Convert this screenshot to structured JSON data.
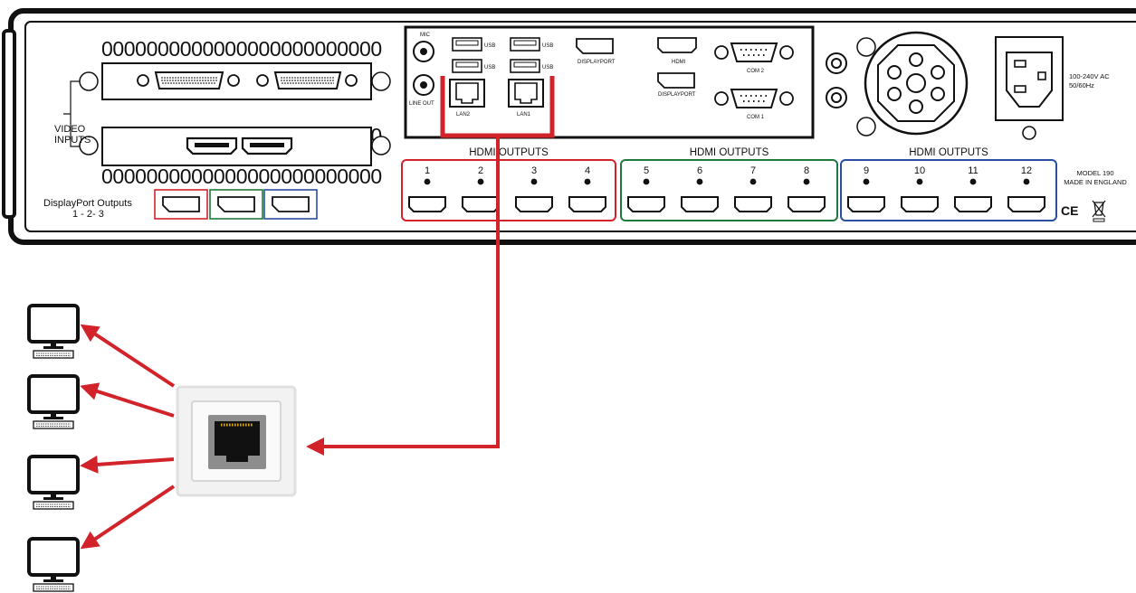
{
  "panel": {
    "video_inputs": [
      "VIDEO",
      "INPUTS"
    ],
    "slot_pattern": "0000000000000000000000000",
    "dp_outputs": [
      "DisplayPort Outputs",
      "1 - 2- 3"
    ],
    "mic": "MIC",
    "line_out": "LINE OUT",
    "usb": "USB",
    "lan2": "LAN2",
    "lan1": "LAN1",
    "displayport_top": "DISPLAYPORT",
    "hdmi": "HDMI",
    "displayport_mid": "DISPLAYPORT",
    "com2": "COM 2",
    "com1": "COM 1",
    "power": [
      "100-240V AC",
      "50/60Hz"
    ],
    "model": [
      "MODEL 190",
      "MADE IN ENGLAND"
    ],
    "ce": "CE"
  },
  "hdmi_groups": [
    {
      "title": "HDMI OUTPUTS",
      "color": "#d2232a",
      "ports": [
        "1",
        "2",
        "3",
        "4"
      ]
    },
    {
      "title": "HDMI OUTPUTS",
      "color": "#1e7a3c",
      "ports": [
        "5",
        "6",
        "7",
        "8"
      ]
    },
    {
      "title": "HDMI OUTPUTS",
      "color": "#2b4ea2",
      "ports": [
        "9",
        "10",
        "11",
        "12"
      ]
    }
  ],
  "colors": {
    "red": "#d2232a",
    "green": "#1e7a3c",
    "blue": "#2b4ea2",
    "outline": "#111111",
    "cable": "#d2232a"
  },
  "icons": [
    "monitor-icon",
    "keyboard-icon",
    "ethernet-socket-icon",
    "hdmi-port-icon",
    "displayport-icon",
    "usb-port-icon",
    "serial-port-icon",
    "power-socket-icon"
  ]
}
